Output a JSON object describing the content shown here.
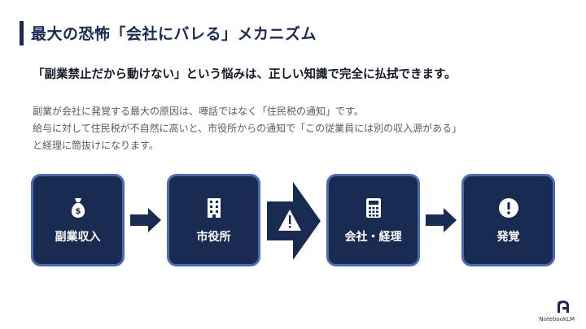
{
  "title": "最大の恐怖「会社にバレる」メカニズム",
  "subtitle": "「副業禁止だから動けない」という悩みは、正しい知識で完全に払拭できます。",
  "description": [
    "副業が会社に発覚する最大の原因は、噂話ではなく「住民税の通知」です。",
    "給与に対して住民税が不自然に高いと、市役所からの通知で「この従業員には別の収入源がある」",
    "と経理に筒抜けになります。"
  ],
  "flow": [
    {
      "label": "副業収入",
      "icon": "money-bag-icon"
    },
    {
      "label": "市役所",
      "icon": "building-icon"
    },
    {
      "label": "会社・経理",
      "icon": "calculator-icon"
    },
    {
      "label": "発覚",
      "icon": "alert-circle-icon"
    }
  ],
  "colors": {
    "navy": "#1a2b52",
    "border": "#4b6bb0",
    "text": "#555b66"
  },
  "logo_text": "NotebookLM"
}
